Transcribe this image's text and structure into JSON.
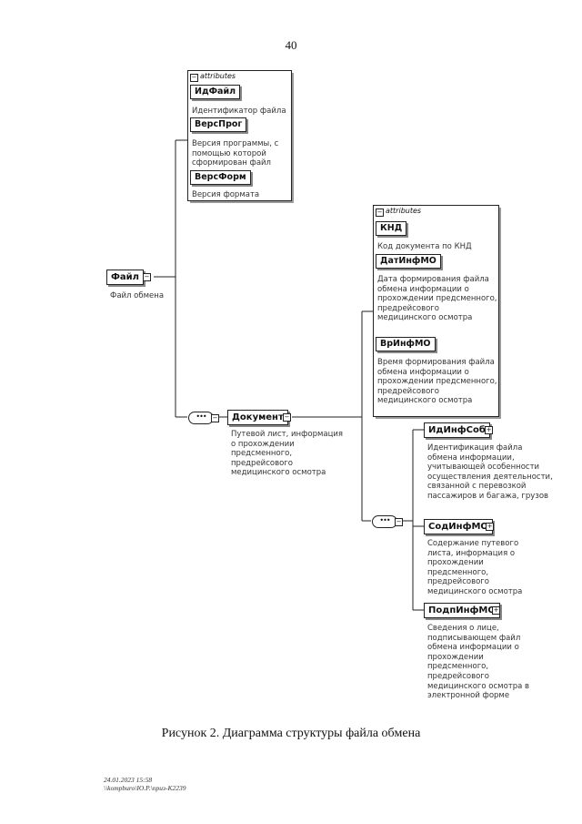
{
  "page_number": "40",
  "root": {
    "name": "Файл",
    "desc": "Файл обмена"
  },
  "root_attributes": {
    "header": "attributes",
    "items": [
      {
        "name": "ИдФайл",
        "desc": "Идентификатор файла"
      },
      {
        "name": "ВерсПрог",
        "desc": "Версия программы, с помощью которой сформирован файл"
      },
      {
        "name": "ВерсФорм",
        "desc": "Версия формата"
      }
    ]
  },
  "document": {
    "name": "Документ",
    "desc": "Путевой лист, информация о прохождении предсменного, предрейсового медицинского осмотра"
  },
  "document_attributes": {
    "header": "attributes",
    "items": [
      {
        "name": "КНД",
        "desc": "Код документа по КНД"
      },
      {
        "name": "ДатИнфМО",
        "desc": "Дата формирования файла обмена информации о прохождении предсменного, предрейсового медицинского осмотра"
      },
      {
        "name": "ВрИнфМО",
        "desc": "Время формирования файла обмена информации о прохождении предсменного, предрейсового медицинского осмотра"
      }
    ]
  },
  "children": [
    {
      "name": "ИдИнфСоб",
      "desc": "Идентификация файла обмена информации, учитывающей особенности осуществления деятельности, связанной с перевозкой пассажиров и багажа, грузов"
    },
    {
      "name": "СодИнфМО",
      "desc": "Содержание путевого листа, информация о прохождении предсменного, предрейсового медицинского осмотра"
    },
    {
      "name": "ПодпИнфМО",
      "desc": "Сведения о лице, подписывающем файл обмена информации о прохождении предсменного, предрейсового медицинского осмотра в электронной форме"
    }
  ],
  "sequence_symbol": "•••",
  "expand_symbol": "+",
  "collapse_symbol": "−",
  "caption": "Рисунок 2. Диаграмма структуры файла обмена",
  "footer": {
    "line1": "24.01.2023 15:58",
    "line2": "\\\\kompburo\\Ю.Р.\\приз-К2239"
  }
}
